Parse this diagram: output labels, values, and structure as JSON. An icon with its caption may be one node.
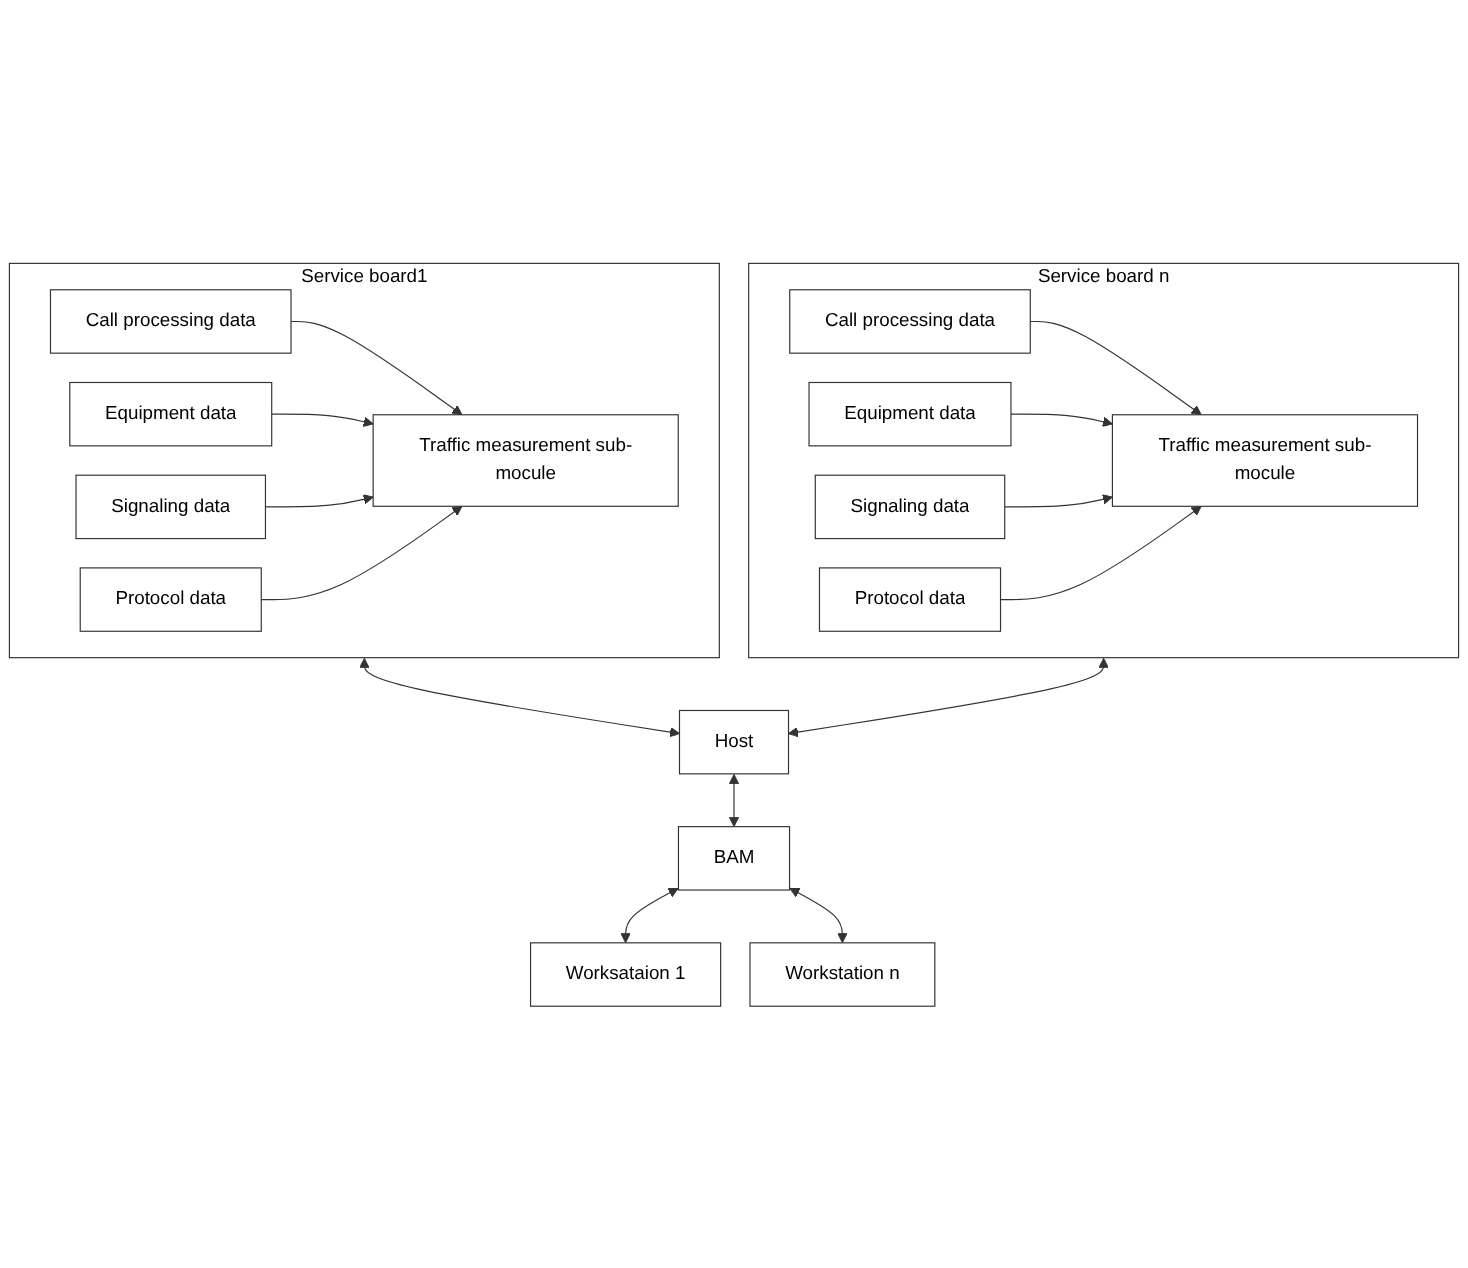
{
  "diagram": {
    "nodes": [
      {
        "text": [
          "Service board1"
        ]
      },
      {
        "text": [
          "Call processing data"
        ],
        "in": 0
      },
      {
        "text": [
          "Equipment data"
        ],
        "in": 0
      },
      {
        "text": [
          "Signaling data"
        ],
        "in": 0
      },
      {
        "text": [
          "Protocol data"
        ],
        "in": 0
      },
      {
        "text": [
          "Traffic measurement sub-mocule"
        ],
        "in": 0
      },
      {
        "text": [
          "Service board n"
        ]
      },
      {
        "text": [
          "Call processing data"
        ],
        "in": 6
      },
      {
        "text": [
          "Equipment data"
        ],
        "in": 6
      },
      {
        "text": [
          "Signaling data"
        ],
        "in": 6
      },
      {
        "text": [
          "Protocol data"
        ],
        "in": 6
      },
      {
        "text": [
          "Traffic measurement sub-mocule"
        ],
        "in": 6
      },
      {
        "text": [
          "Host"
        ]
      },
      {
        "text": [
          "BAM"
        ]
      },
      {
        "text": [
          "Worksataion 1"
        ]
      },
      {
        "text": [
          "Workstation n"
        ]
      }
    ],
    "edges": [
      {
        "from": 1,
        "to": 5,
        "arrow": "to"
      },
      {
        "from": 2,
        "to": 5,
        "arrow": "to"
      },
      {
        "from": 3,
        "to": 5,
        "arrow": "to"
      },
      {
        "from": 4,
        "to": 5,
        "arrow": "to"
      },
      {
        "from": 7,
        "to": 11,
        "arrow": "to"
      },
      {
        "from": 8,
        "to": 11,
        "arrow": "to"
      },
      {
        "from": 9,
        "to": 11,
        "arrow": "to"
      },
      {
        "from": 10,
        "to": 11,
        "arrow": "to"
      },
      {
        "from": 0,
        "to": 12,
        "arrow": "both"
      },
      {
        "from": 6,
        "to": 12,
        "arrow": "both"
      },
      {
        "from": 12,
        "to": 13,
        "arrow": "both"
      },
      {
        "from": 13,
        "to": 14,
        "arrow": "both"
      },
      {
        "from": 13,
        "to": 15,
        "arrow": "both"
      }
    ]
  }
}
